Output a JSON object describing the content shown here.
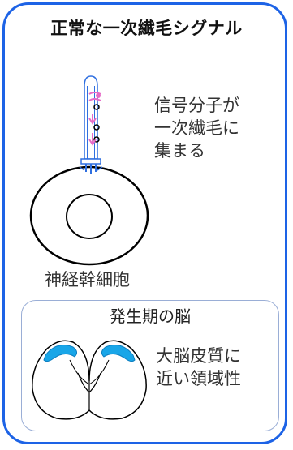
{
  "title": "正常な一次繊毛シグナル",
  "cilium_caption": "信号分子が\n一次繊毛に\n集まる",
  "cell_label": "神経幹細胞",
  "development": {
    "title": "発生期の脳",
    "caption": "大脳皮質に\n近い領域性"
  },
  "colors": {
    "border": "#1d63e6",
    "cilium_blue": "#2f6fe0",
    "signal_pink": "#e66cc8",
    "region_fill": "#19a6e8",
    "box_border": "#9aaed6"
  },
  "icons": [
    "primary-cilium",
    "signal-molecule",
    "cell",
    "nucleus",
    "brain-coronal-section"
  ]
}
